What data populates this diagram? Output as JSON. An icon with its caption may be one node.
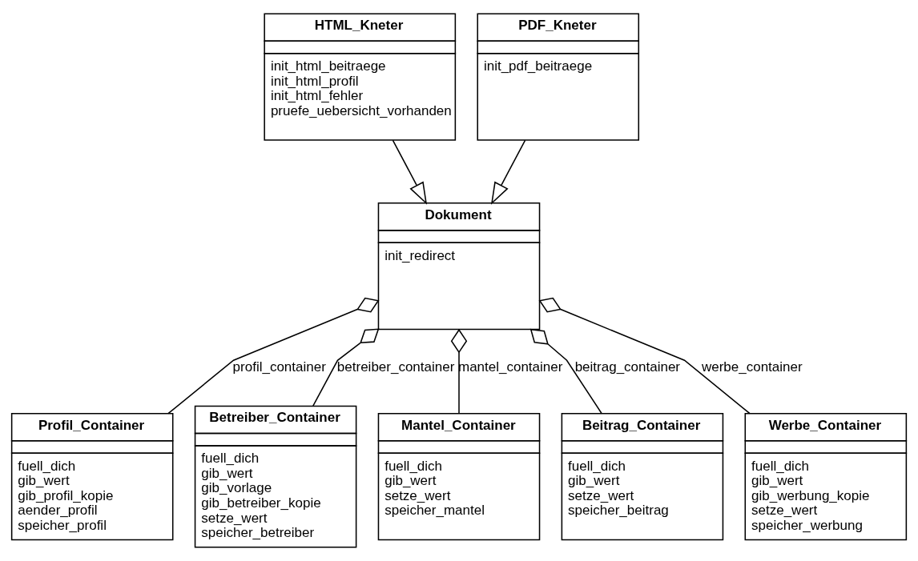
{
  "diagram": {
    "nodes": [
      {
        "text": [
          "HTML_Kneter",
          "init_html_beitraege",
          "init_html_profil",
          "init_html_fehler",
          "pruefe_uebersicht_vorhanden"
        ]
      },
      {
        "text": [
          "PDF_Kneter",
          "init_pdf_beitraege"
        ]
      },
      {
        "text": [
          "Dokument",
          "init_redirect"
        ]
      },
      {
        "text": [
          "Profil_Container",
          "fuell_dich",
          "gib_wert",
          "gib_profil_kopie",
          "aender_profil",
          "speicher_profil"
        ]
      },
      {
        "text": [
          "Betreiber_Container",
          "fuell_dich",
          "gib_wert",
          "gib_vorlage",
          "gib_betreiber_kopie",
          "setze_wert",
          "speicher_betreiber"
        ]
      },
      {
        "text": [
          "Mantel_Container",
          "fuell_dich",
          "gib_wert",
          "setze_wert",
          "speicher_mantel"
        ]
      },
      {
        "text": [
          "Beitrag_Container",
          "fuell_dich",
          "gib_wert",
          "setze_wert",
          "speicher_beitrag"
        ]
      },
      {
        "text": [
          "Werbe_Container",
          "fuell_dich",
          "gib_wert",
          "gib_werbung_kopie",
          "setze_wert",
          "speicher_werbung"
        ]
      }
    ],
    "edges": [
      {
        "from": 0,
        "to": 2,
        "arrow": "to"
      },
      {
        "from": 1,
        "to": 2,
        "arrow": "to"
      },
      {
        "from": 2,
        "to": 3,
        "arrow": "other",
        "label": "profil_container"
      },
      {
        "from": 2,
        "to": 4,
        "arrow": "other",
        "label": "betreiber_container"
      },
      {
        "from": 2,
        "to": 5,
        "arrow": "other",
        "label": "mantel_container"
      },
      {
        "from": 2,
        "to": 6,
        "arrow": "other",
        "label": "beitrag_container"
      },
      {
        "from": 2,
        "to": 7,
        "arrow": "other",
        "label": "werbe_container"
      }
    ]
  }
}
